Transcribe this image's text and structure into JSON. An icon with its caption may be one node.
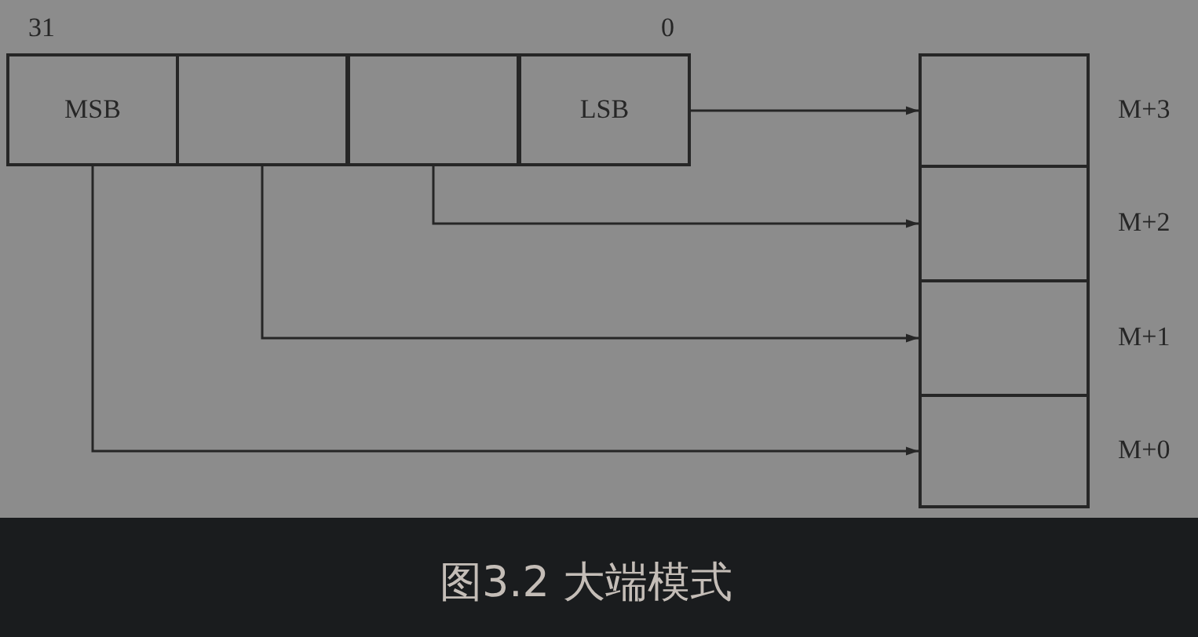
{
  "diagram": {
    "caption": "图3.2 大端模式",
    "nodes": [
      {
        "text": [
          "MSB"
        ]
      },
      {
        "text": [],
        "shape": "box"
      },
      {
        "text": [],
        "shape": "box"
      },
      {
        "text": [
          "LSB"
        ]
      },
      {
        "text": [],
        "shape": "box",
        "beside": [
          "M+3"
        ]
      },
      {
        "text": [],
        "shape": "box",
        "beside": [
          "M+2"
        ]
      },
      {
        "text": [],
        "shape": "box",
        "beside": [
          "M+1"
        ]
      },
      {
        "text": [],
        "shape": "box",
        "beside": [
          "M+0"
        ]
      }
    ],
    "edges": [
      {
        "from": 3,
        "to": 4,
        "arrow": "to"
      },
      {
        "from": 2,
        "to": 5,
        "arrow": "to"
      },
      {
        "from": 1,
        "to": 6,
        "arrow": "to"
      },
      {
        "from": 0,
        "to": 7,
        "arrow": "to"
      }
    ],
    "labels": [
      "31",
      "0"
    ]
  }
}
